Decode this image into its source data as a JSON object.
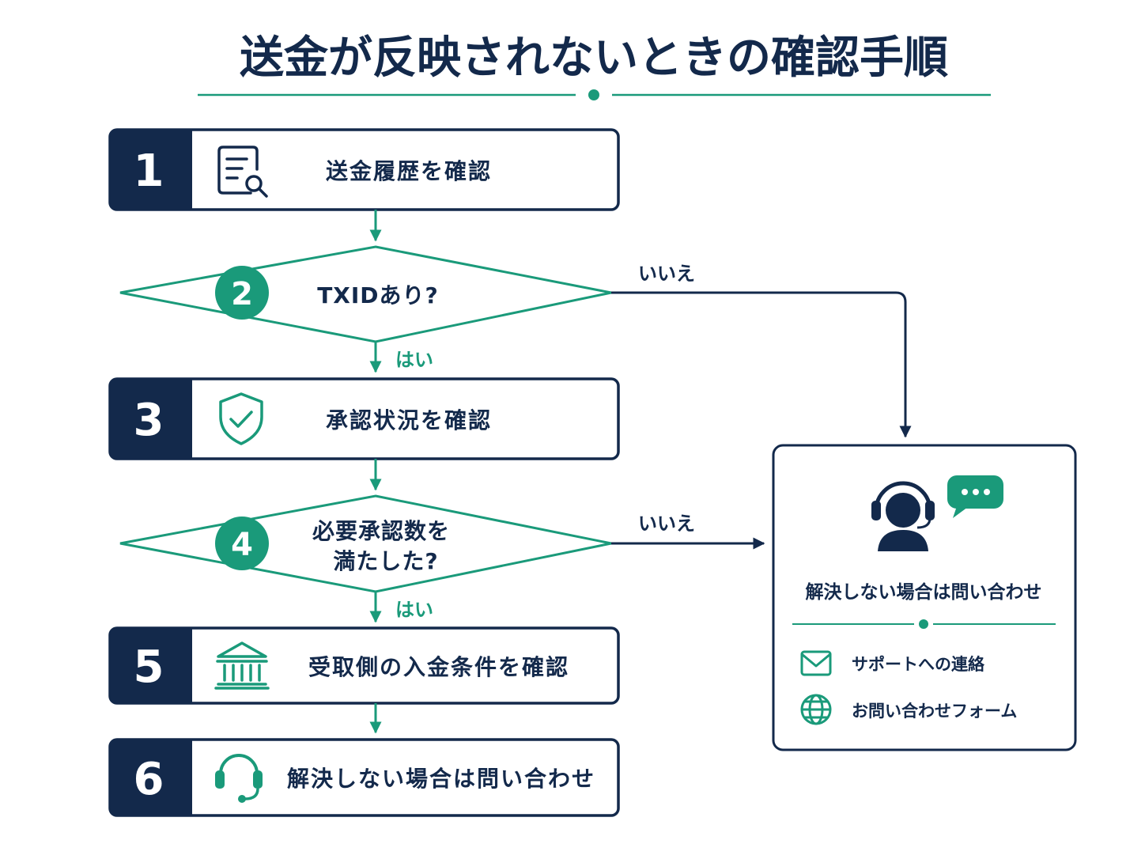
{
  "title": "送金が反映されないときの確認手順",
  "steps": [
    {
      "number": "1",
      "label": "送金履歴を確認",
      "icon": "document-search-icon"
    },
    {
      "number": "3",
      "label": "承認状況を確認",
      "icon": "shield-check-icon"
    },
    {
      "number": "5",
      "label": "受取側の入金条件を確認",
      "icon": "bank-icon"
    },
    {
      "number": "6",
      "label": "解決しない場合は問い合わせ",
      "icon": "headset-icon"
    }
  ],
  "decisions": [
    {
      "number": "2",
      "line1": "TXIDあり?",
      "line2": "",
      "yes_label": "はい",
      "no_label": "いいえ"
    },
    {
      "number": "4",
      "line1": "必要承認数を",
      "line2": "満たした?",
      "yes_label": "はい",
      "no_label": "いいえ"
    }
  ],
  "support": {
    "heading": "解決しない場合は問い合わせ",
    "icon": "support-agent-icon",
    "items": [
      {
        "label": "サポートへの連絡",
        "icon": "mail-icon"
      },
      {
        "label": "お問い合わせフォーム",
        "icon": "globe-icon"
      }
    ]
  },
  "colors": {
    "navy": "#13294b",
    "green": "#1a9a7a"
  }
}
